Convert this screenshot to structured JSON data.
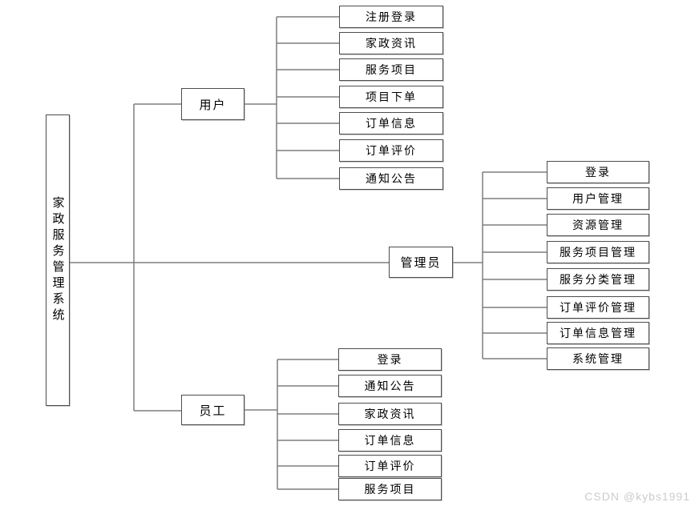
{
  "diagram": {
    "root": {
      "label": "家政服务管理系统"
    },
    "branches": {
      "user": {
        "label": "用户",
        "children": [
          {
            "label": "注册登录"
          },
          {
            "label": "家政资讯"
          },
          {
            "label": "服务项目"
          },
          {
            "label": "项目下单"
          },
          {
            "label": "订单信息"
          },
          {
            "label": "订单评价"
          },
          {
            "label": "通知公告"
          }
        ]
      },
      "admin": {
        "label": "管理员",
        "children": [
          {
            "label": "登录"
          },
          {
            "label": "用户管理"
          },
          {
            "label": "资源管理"
          },
          {
            "label": "服务项目管理"
          },
          {
            "label": "服务分类管理"
          },
          {
            "label": "订单评价管理"
          },
          {
            "label": "订单信息管理"
          },
          {
            "label": "系统管理"
          }
        ]
      },
      "staff": {
        "label": "员工",
        "children": [
          {
            "label": "登录"
          },
          {
            "label": "通知公告"
          },
          {
            "label": "家政资讯"
          },
          {
            "label": "订单信息"
          },
          {
            "label": "订单评价"
          },
          {
            "label": "服务项目"
          }
        ]
      }
    },
    "colors": {
      "box_border": "#4d4d4d",
      "connector_line": "#7f7f7f",
      "text": "#000000",
      "watermark": "#cccccc",
      "background": "#ffffff"
    }
  },
  "watermark": {
    "text": "CSDN @kybs1991"
  }
}
